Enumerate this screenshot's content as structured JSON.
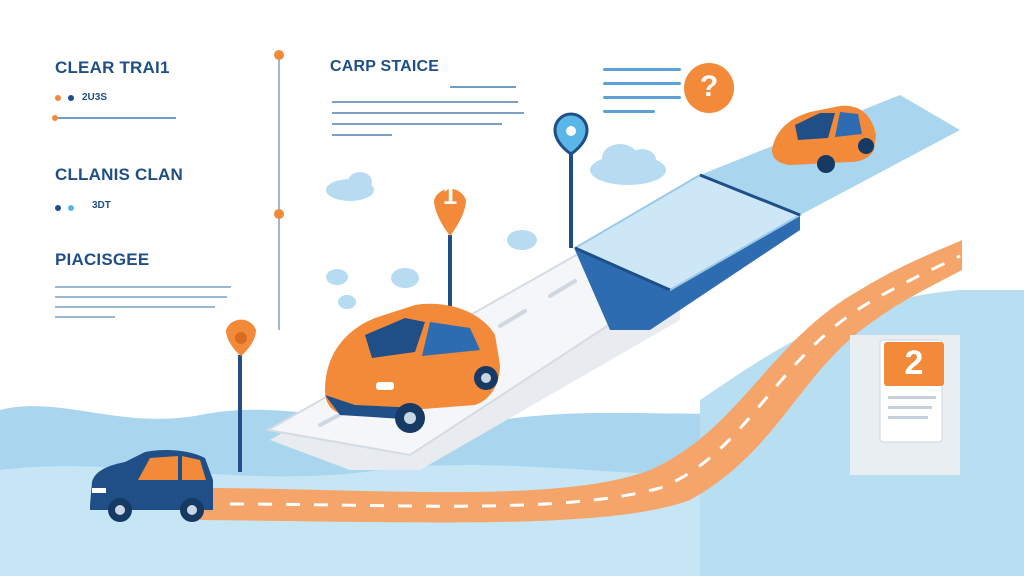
{
  "left_panel": {
    "section_1": {
      "title": "CLEAR TRAI1",
      "caption": "2U3S"
    },
    "section_2": {
      "title": "CLLANIS CLAN",
      "caption": "3DT"
    },
    "section_3": {
      "title": "PIACISGEE"
    }
  },
  "center_panel": {
    "title": "CARP STAICE"
  },
  "markers": {
    "question": "?",
    "step_one": "1",
    "step_two": "2"
  },
  "colors": {
    "accent_orange": "#f28a3a",
    "navy": "#1f4f86",
    "sky_blue": "#a9d6ee",
    "road_orange": "#f6a56a"
  },
  "icons": [
    "question-mark-icon",
    "location-pin-icon",
    "car-icon",
    "cloud-icon",
    "document-icon"
  ]
}
